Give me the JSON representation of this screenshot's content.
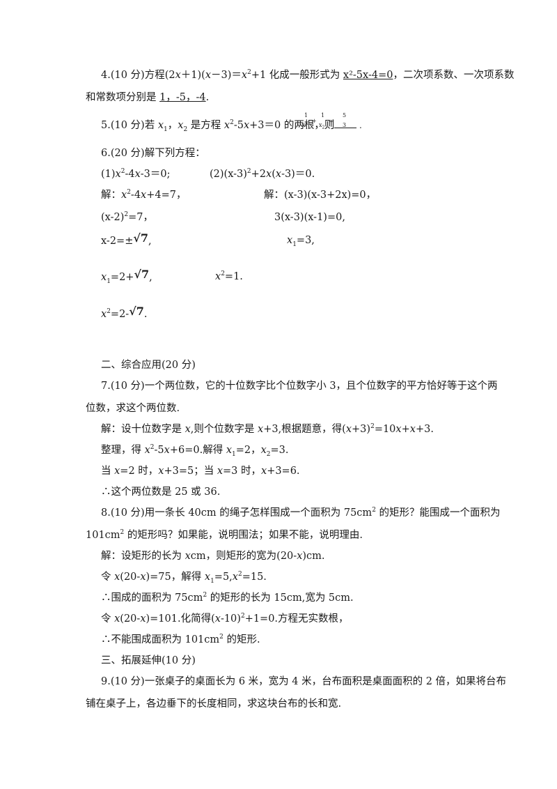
{
  "q4": {
    "line1_a": "4.(10 分)方程(2",
    "line1_b": "＋1)(",
    "line1_c": "－3)＝",
    "line1_d": "+1 化成一般形式为 ",
    "line1_answer": "x²-5x-4=0",
    "line1_e": "，二次项系数、一次项系数",
    "line2_a": "和常数项分别是 ",
    "line2_answer": "1，-5，-4",
    "line2_end": "."
  },
  "q5": {
    "text_a": "5.(10 分)若 ",
    "text_b": "，",
    "text_c": " 是方程 ",
    "text_d": "-5",
    "text_e": "+3＝0 的两根，则",
    "frac_top": "1",
    "frac_plus1": "+",
    "frac_top2": "1",
    "frac_eq": "=",
    "ans_top": "5",
    "ans_bottom": "3",
    "tail": "."
  },
  "q6": {
    "title": "6.(20 分)解下列方程：",
    "p1": "(1)",
    "p1_b": "-4",
    "p1_c": "-3＝0;",
    "p2": "(2)(x-3)",
    "p2_b": "+2",
    "p2_c": "(",
    "p2_d": "-3)＝0.",
    "l1_left_a": "解：",
    "l1_left_b": "-4",
    "l1_left_c": "+4=7，",
    "l1_right": "解：(x-3)(x-3+2x)=0，",
    "l2_left": "(x-2)",
    "l2_left_end": "=7，",
    "l2_right": "3(x-3)(x-1)=0,",
    "l3_left": "x-2=±",
    "l3_right_end": "=3,",
    "l4_left_a": "=2+",
    "l4_left_end": ",",
    "l4_right_end": "=1.",
    "l5_left_a": "=2-",
    "l5_left_end": ".",
    "sqrt_sym": "√7"
  },
  "section2": {
    "heading": "二、综合应用(20 分)"
  },
  "q7": {
    "line1": "7.(10 分)一个两位数，它的十位数字比个位数字小 3，且个位数字的平方恰好等于这个两",
    "line2": "位数，求这个两位数.",
    "sol1_a": "解：设十位数字是 ",
    "sol1_b": ",则个位数字是 ",
    "sol1_c": "+3,根据题意，得(",
    "sol1_d": "+3)",
    "sol1_e": "=10",
    "sol1_f": "+",
    "sol1_g": "+3.",
    "sol2_a": "整理，得 ",
    "sol2_b": "-5",
    "sol2_c": "+6=0.解得 ",
    "sol2_d": "=2，",
    "sol2_e": "=3.",
    "sol3_a": "当 ",
    "sol3_b": "=2 时，",
    "sol3_c": "+3=5；当 ",
    "sol3_d": "=3 时，",
    "sol3_e": "+3=6.",
    "sol4": "∴这个两位数是 25 或 36."
  },
  "q8": {
    "line1_a": "8.(10 分)用一条长 40cm 的绳子怎样围成一个面积为 75cm",
    "line1_b": " 的矩形？能围成一个面积为",
    "line2_a": "101cm",
    "line2_b": " 的矩形吗？如果能，说明围法；如果不能，说明理由.",
    "sol1_a": "解：设矩形的长为 ",
    "sol1_b": "cm，则矩形的宽为(20-",
    "sol1_c": ")cm.",
    "sol2_a": "令 ",
    "sol2_b": "(20-",
    "sol2_c": ")=75，解得 ",
    "sol2_d": "=5,",
    "sol2_e": "=15.",
    "sol3_a": "∴围成的面积为 75cm",
    "sol3_b": " 的矩形的长为 15cm,宽为 5cm.",
    "sol4_a": "令 ",
    "sol4_b": "(20-",
    "sol4_c": ")=101.化简得(",
    "sol4_d": "-10)",
    "sol4_e": "+1=0.方程无实数根，",
    "sol5_a": "∴不能围成面积为 101cm",
    "sol5_b": " 的矩形."
  },
  "section3": {
    "heading": "三、拓展延伸(10 分)"
  },
  "q9": {
    "line1": "9.(10 分)一张桌子的桌面长为 6 米，宽为 4 米，台布面积是桌面面积的 2 倍，如果将台布",
    "line2": "铺在桌子上，各边垂下的长度相同，求这块台布的长和宽."
  }
}
